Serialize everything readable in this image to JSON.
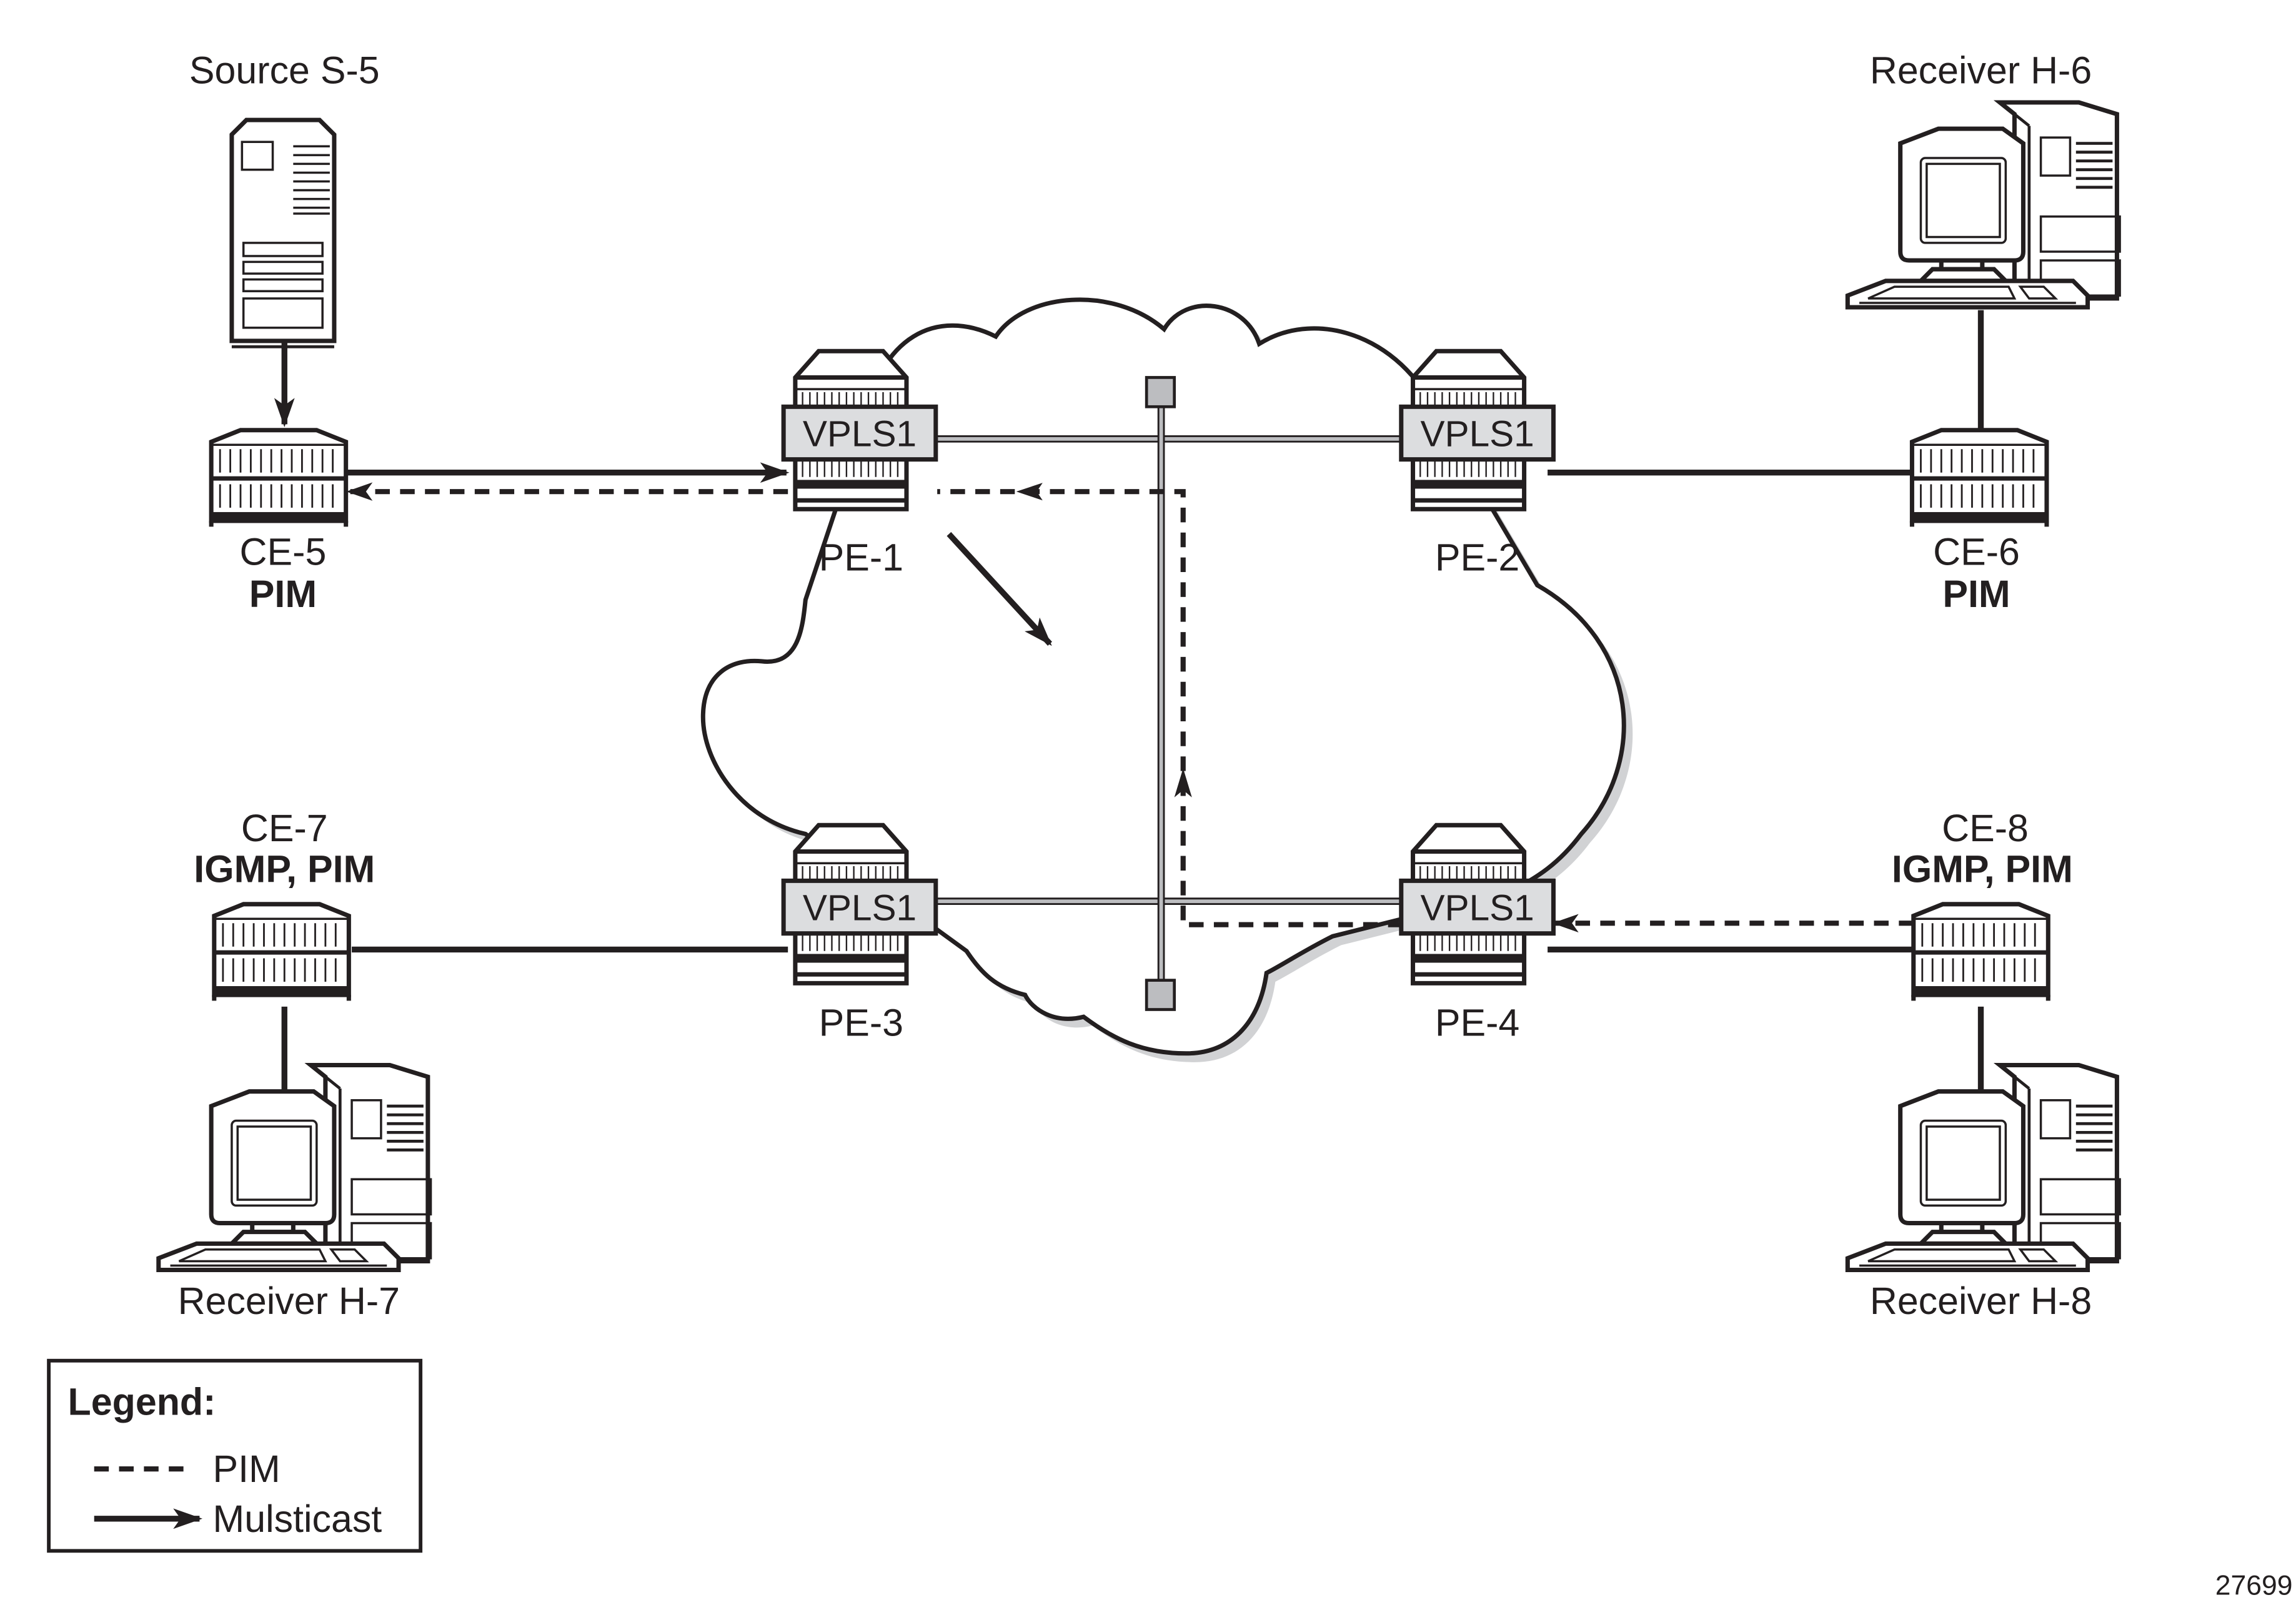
{
  "figure_id": "27699",
  "colors": {
    "ink": "#231f20",
    "vpls_box": "#dcdddf",
    "bus_fill": "#bcbdc0",
    "cloud_shadow": "#d1d2d4",
    "background": "#ffffff"
  },
  "nodes": {
    "source_s5": {
      "label": "Source S-5",
      "icon": "server-icon"
    },
    "receiver_h6": {
      "label": "Receiver H-6",
      "icon": "workstation-icon"
    },
    "receiver_h7": {
      "label": "Receiver H-7",
      "icon": "workstation-icon"
    },
    "receiver_h8": {
      "label": "Receiver H-8",
      "icon": "workstation-icon"
    },
    "ce5": {
      "label": "CE-5",
      "protocol": "PIM",
      "icon": "router-icon"
    },
    "ce6": {
      "label": "CE-6",
      "protocol": "PIM",
      "icon": "router-icon"
    },
    "ce7": {
      "label": "CE-7",
      "protocol": "IGMP, PIM",
      "icon": "router-icon"
    },
    "ce8": {
      "label": "CE-8",
      "protocol": "IGMP, PIM",
      "icon": "router-icon"
    },
    "pe1": {
      "label": "PE-1",
      "service": "VPLS1",
      "icon": "pe-router-icon"
    },
    "pe2": {
      "label": "PE-2",
      "service": "VPLS1",
      "icon": "pe-router-icon"
    },
    "pe3": {
      "label": "PE-3",
      "service": "VPLS1",
      "icon": "pe-router-icon"
    },
    "pe4": {
      "label": "PE-4",
      "service": "VPLS1",
      "icon": "pe-router-icon"
    }
  },
  "links": [
    {
      "from": "Source S-5",
      "to": "CE-5",
      "type": "multicast"
    },
    {
      "from": "CE-5",
      "to": "PE-1",
      "type": "multicast"
    },
    {
      "from": "PE-1",
      "to": "CE-5",
      "type": "pim"
    },
    {
      "from": "PE-1",
      "to": "VPLS1 core",
      "type": "multicast"
    },
    {
      "from": "PE-2",
      "to": "CE-6",
      "type": "link"
    },
    {
      "from": "CE-6",
      "to": "Receiver H-6",
      "type": "link"
    },
    {
      "from": "CE-7",
      "to": "PE-3",
      "type": "link"
    },
    {
      "from": "CE-7",
      "to": "Receiver H-7",
      "type": "link"
    },
    {
      "from": "PE-4",
      "to": "CE-8",
      "type": "link"
    },
    {
      "from": "CE-8",
      "to": "Receiver H-8",
      "type": "link"
    },
    {
      "from": "CE-8",
      "to": "PE-4",
      "type": "pim"
    },
    {
      "from": "PE-4",
      "to": "PE-1",
      "type": "pim"
    }
  ],
  "legend": {
    "title": "Legend:",
    "items": [
      {
        "style": "dashed",
        "label": "PIM"
      },
      {
        "style": "arrow",
        "label": "Mulsticast"
      }
    ]
  }
}
